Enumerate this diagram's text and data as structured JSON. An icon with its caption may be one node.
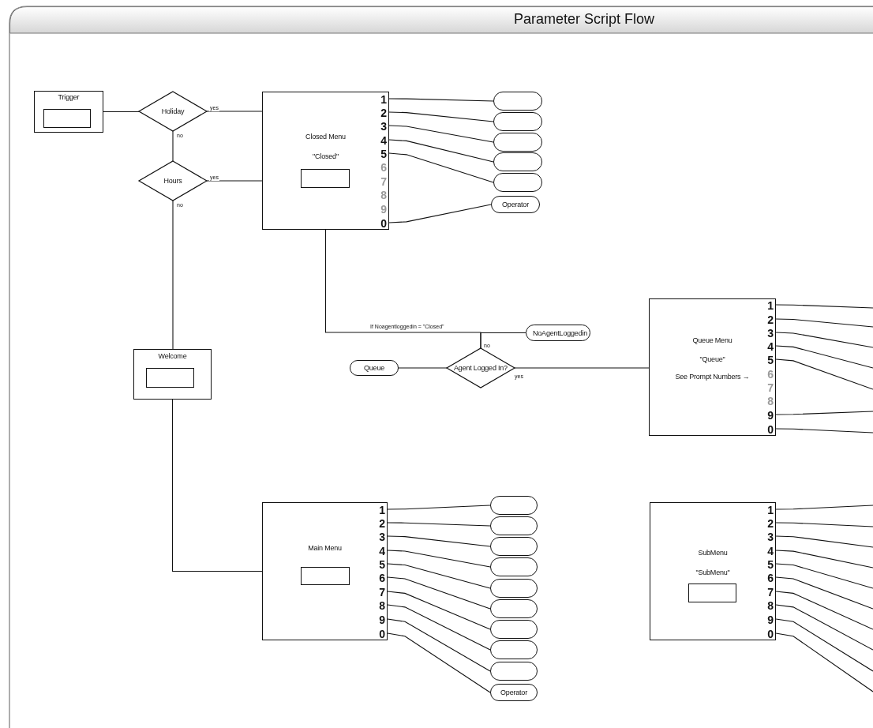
{
  "diagram": {
    "title": "Parameter Script Flow",
    "nodes": [
      {
        "text": [
          "Trigger"
        ]
      },
      {
        "text": [],
        "shape": "box",
        "in": 0
      },
      {
        "text": [
          "Holiday"
        ]
      },
      {
        "text": [
          "Hours"
        ]
      },
      {
        "text": [
          "Closed Menu",
          "\"Closed\"",
          "1",
          "2",
          "3",
          "4",
          "5",
          "6",
          "7",
          "8",
          "9",
          "0"
        ]
      },
      {
        "text": [],
        "shape": "box",
        "in": 4
      },
      {
        "text": [],
        "shape": "pill"
      },
      {
        "text": [],
        "shape": "pill"
      },
      {
        "text": [],
        "shape": "pill"
      },
      {
        "text": [],
        "shape": "pill"
      },
      {
        "text": [],
        "shape": "pill"
      },
      {
        "text": [
          "Operator"
        ]
      },
      {
        "text": [
          "Welcome"
        ]
      },
      {
        "text": [],
        "shape": "box",
        "in": 12
      },
      {
        "text": [
          "NoAgentLoggedin"
        ]
      },
      {
        "text": [
          "Queue"
        ]
      },
      {
        "text": [
          "Agent Logged In?"
        ]
      },
      {
        "text": [
          "Queue Menu",
          "\"Queue\"",
          "See Prompt Numbers →",
          "1",
          "2",
          "3",
          "4",
          "5",
          "6",
          "7",
          "8",
          "9",
          "0"
        ]
      },
      {
        "text": [
          "Main Menu",
          "1",
          "2",
          "3",
          "4",
          "5",
          "6",
          "7",
          "8",
          "9",
          "0"
        ]
      },
      {
        "text": [],
        "shape": "box",
        "in": 18
      },
      {
        "text": [],
        "shape": "pill"
      },
      {
        "text": [],
        "shape": "pill"
      },
      {
        "text": [],
        "shape": "pill"
      },
      {
        "text": [],
        "shape": "pill"
      },
      {
        "text": [],
        "shape": "pill"
      },
      {
        "text": [],
        "shape": "pill"
      },
      {
        "text": [],
        "shape": "pill"
      },
      {
        "text": [],
        "shape": "pill"
      },
      {
        "text": [],
        "shape": "pill"
      },
      {
        "text": [
          "Operator"
        ]
      },
      {
        "text": [
          "SubMenu",
          "\"SubMenu\"",
          "1",
          "2",
          "3",
          "4",
          "5",
          "6",
          "7",
          "8",
          "9",
          "0"
        ]
      },
      {
        "text": [],
        "shape": "box",
        "in": 30
      }
    ],
    "edges": [
      {
        "from": 0,
        "to": 2,
        "arrow": "none"
      },
      {
        "from": 2,
        "to": 4,
        "arrow": "none",
        "label": "yes"
      },
      {
        "from": 2,
        "to": 3,
        "arrow": "none",
        "label": "no"
      },
      {
        "from": 3,
        "to": 4,
        "arrow": "none",
        "label": "yes"
      },
      {
        "from": 3,
        "to": 12,
        "arrow": "none",
        "label": "no"
      },
      {
        "from": 12,
        "to": 18,
        "arrow": "none"
      },
      {
        "from": 16,
        "to": 4,
        "arrow": "none",
        "label": "If Noagentloggedin = \"Closed\""
      },
      {
        "from": 16,
        "to": 14,
        "arrow": "none",
        "label": "no"
      },
      {
        "from": 15,
        "to": 16,
        "arrow": "none"
      },
      {
        "from": 16,
        "to": 17,
        "arrow": "none",
        "label": "yes"
      },
      {
        "from": 4,
        "to": 6,
        "arrow": "none"
      },
      {
        "from": 4,
        "to": 7,
        "arrow": "none"
      },
      {
        "from": 4,
        "to": 8,
        "arrow": "none"
      },
      {
        "from": 4,
        "to": 9,
        "arrow": "none"
      },
      {
        "from": 4,
        "to": 10,
        "arrow": "none"
      },
      {
        "from": 4,
        "to": 11,
        "arrow": "none"
      },
      {
        "from": 17,
        "to": null,
        "arrow": "none"
      },
      {
        "from": 17,
        "to": null,
        "arrow": "none"
      },
      {
        "from": 17,
        "to": null,
        "arrow": "none"
      },
      {
        "from": 17,
        "to": null,
        "arrow": "none"
      },
      {
        "from": 17,
        "to": null,
        "arrow": "none"
      },
      {
        "from": 17,
        "to": null,
        "arrow": "none"
      },
      {
        "from": 17,
        "to": null,
        "arrow": "none"
      },
      {
        "from": 18,
        "to": 20,
        "arrow": "none"
      },
      {
        "from": 18,
        "to": 21,
        "arrow": "none"
      },
      {
        "from": 18,
        "to": 22,
        "arrow": "none"
      },
      {
        "from": 18,
        "to": 23,
        "arrow": "none"
      },
      {
        "from": 18,
        "to": 24,
        "arrow": "none"
      },
      {
        "from": 18,
        "to": 25,
        "arrow": "none"
      },
      {
        "from": 18,
        "to": 26,
        "arrow": "none"
      },
      {
        "from": 18,
        "to": 27,
        "arrow": "none"
      },
      {
        "from": 18,
        "to": 28,
        "arrow": "none"
      },
      {
        "from": 18,
        "to": 29,
        "arrow": "none"
      },
      {
        "from": 30,
        "to": null,
        "arrow": "none"
      },
      {
        "from": 30,
        "to": null,
        "arrow": "none"
      },
      {
        "from": 30,
        "to": null,
        "arrow": "none"
      },
      {
        "from": 30,
        "to": null,
        "arrow": "none"
      },
      {
        "from": 30,
        "to": null,
        "arrow": "none"
      },
      {
        "from": 30,
        "to": null,
        "arrow": "none"
      },
      {
        "from": 30,
        "to": null,
        "arrow": "none"
      },
      {
        "from": 30,
        "to": null,
        "arrow": "none"
      },
      {
        "from": 30,
        "to": null,
        "arrow": "none"
      },
      {
        "from": 30,
        "to": null,
        "arrow": "none"
      }
    ]
  }
}
